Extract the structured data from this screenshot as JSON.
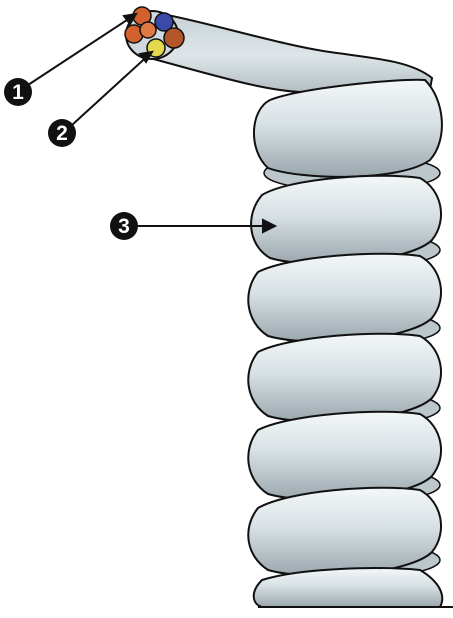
{
  "callouts": [
    {
      "id": "1",
      "label": "1"
    },
    {
      "id": "2",
      "label": "2"
    },
    {
      "id": "3",
      "label": "3"
    }
  ],
  "colors": {
    "cable": "#d6dfe3",
    "cable_shadow": "#8e9ba1",
    "outline": "#0a0a0a",
    "conductor_orange": "#d2612e",
    "conductor_blue": "#3b4aa8",
    "conductor_yellow": "#e3d94a",
    "conductor_brown": "#b5562a",
    "callout_fill": "#111111"
  }
}
